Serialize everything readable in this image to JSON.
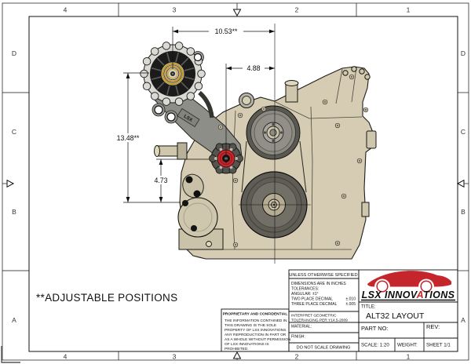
{
  "sheet": {
    "note": "**ADJUSTABLE POSITIONS",
    "zones": {
      "numbers": [
        "4",
        "3",
        "2",
        "1"
      ],
      "letters": [
        "D",
        "C",
        "B",
        "A"
      ]
    }
  },
  "dimensions": {
    "overall_width": "10.53**",
    "pump_offset_width": "4.88",
    "overall_height": "13.48**",
    "pump_offset_height": "4.73"
  },
  "engine": {
    "bracket_label": "LSX"
  },
  "title_block": {
    "proprietary": {
      "title": "PROPRIETARY AND CONFIDENTIAL",
      "lines": [
        "THE INFORMATION CONTAINED IN",
        "THIS DRAWING IS THE SOLE",
        "PROPERTY OF LSX INNOVATIONS.",
        "ANY REPRODUCTION IN PART OR",
        "AS A WHOLE WITHOUT PERMISSION",
        "OF LSX INNOVATIONS IS",
        "PROHIBITED."
      ]
    },
    "spec": {
      "header": "UNLESS OTHERWISE SPECIFIED",
      "line1": "DIMENSIONS ARE IN INCHES",
      "line2": "TOLERANCES:",
      "line3": "ANGULAR: ±1°",
      "line4_label": "TWO PLACE DECIMAL",
      "line4_value": "±.010",
      "line5_label": "THREE PLACE DECIMAL",
      "line5_value": "±.005",
      "interpret1": "INTERPRET GEOMETRIC",
      "interpret2": "TOLERANCING PER Y14.5-2009",
      "material": "MATERIAL:",
      "finish": "FINISH:",
      "do_not_scale": "DO NOT SCALE DRAWING"
    },
    "logo": {
      "part1": "LSX INNOV",
      "accent": "A",
      "part2": "TIONS"
    },
    "title_label": "TITLE:",
    "title_value": "ALT32 LAYOUT",
    "part_no_label": "PART NO:",
    "rev_label": "REV:",
    "scale_label": "SCALE: 1:20",
    "weight_label": "WEIGHT:",
    "sheet_label": "SHEET 1/1"
  }
}
